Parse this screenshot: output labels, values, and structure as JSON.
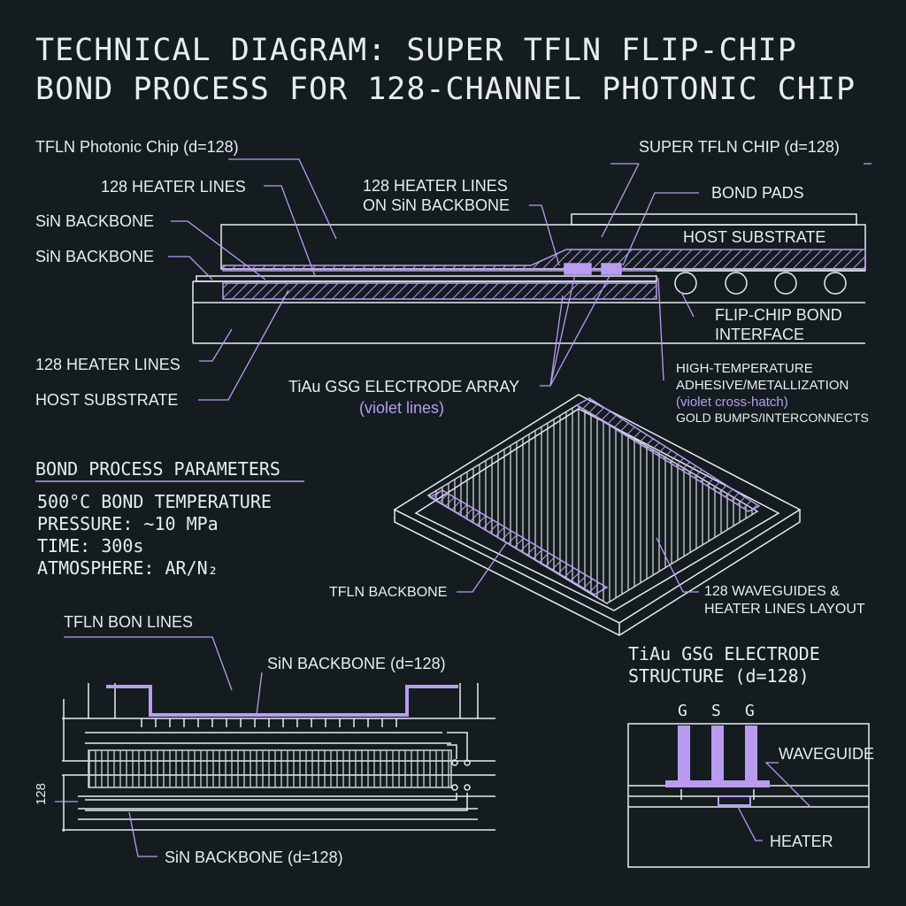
{
  "title": {
    "line1": "TECHNICAL DIAGRAM: SUPER TFLN FLIP-CHIP",
    "line2": "BOND PROCESS FOR 128-CHANNEL PHOTONIC CHIP"
  },
  "cross_section": {
    "tfln_chip": "TFLN Photonic Chip  (d=128)",
    "heater_lines_left": "128 HEATER LINES",
    "sin_backbone_1": "SiN BACKBONE",
    "sin_backbone_2": "SiN BACKBONE",
    "heater_on_sin_1": "128 HEATER LINES",
    "heater_on_sin_2": "ON SiN BACKBONE",
    "super_chip": "SUPER TFLN CHIP (d=128)",
    "bond_pads": "BOND PADS",
    "host_substrate_top": "HOST SUBSTRATE",
    "flip_chip_1": "FLIP-CHIP BOND",
    "flip_chip_2": "INTERFACE",
    "heater_lines_lower": "128 HEATER LINES",
    "host_substrate_lower": "HOST SUBSTRATE",
    "electrode_array": "TiAu GSG ELECTRODE ARRAY",
    "electrode_note": "(violet lines)",
    "adhesive_1": "HIGH-TEMPERATURE",
    "adhesive_2": "ADHESIVE/METALLIZATION",
    "adhesive_3": "(violet cross-hatch)",
    "adhesive_4": "GOLD BUMPS/INTERCONNECTS"
  },
  "parameters": {
    "heading": "BOND PROCESS PARAMETERS",
    "temperature": "500°C BOND TEMPERATURE",
    "pressure": "PRESSURE: ~10 MPa",
    "time": "TIME: 300s",
    "atmosphere": "ATMOSPHERE: AR/N₂"
  },
  "iso_view": {
    "tfln_backbone": "TFLN BACKBONE",
    "layout_1": "128 WAVEGUIDES &",
    "layout_2": "HEATER LINES LAYOUT"
  },
  "bottom_left": {
    "bon_lines": "TFLN BON LINES",
    "sin_top": "SiN BACKBONE (d=128)",
    "count": "128",
    "sin_bottom": "SiN BACKBONE (d=128)"
  },
  "gsg": {
    "title_1": "TiAu GSG ELECTRODE",
    "title_2": "STRUCTURE (d=128)",
    "g1": "G",
    "s": "S",
    "g2": "G",
    "waveguide": "WAVEGUIDE",
    "heater": "HEATER"
  },
  "colors": {
    "background": "#141c20",
    "line": "#e8ecef",
    "accent_violet": "#b99cf0"
  }
}
